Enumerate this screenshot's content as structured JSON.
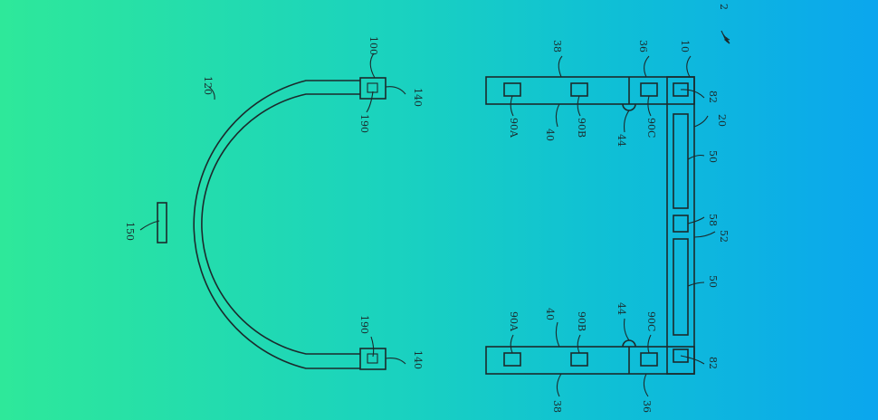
{
  "figure_ref": "2",
  "labels": {
    "frame": "10",
    "front": "20",
    "hinge_top": "36",
    "hinge_bottom": "36",
    "temple_top": "38",
    "temple_bottom": "38",
    "arm_top": "40",
    "arm_bottom": "40",
    "pivot_top": "44",
    "pivot_bottom": "44",
    "lens_left": "50",
    "lens_right": "50",
    "bridge": "52",
    "bridge_module": "58",
    "corner_top": "82",
    "corner_bottom": "82",
    "sensor_a_top": "90A",
    "sensor_b_top": "90B",
    "sensor_c_top": "90C",
    "sensor_a_bottom": "90A",
    "sensor_b_bottom": "90B",
    "sensor_c_bottom": "90C",
    "band_end_top": "100",
    "band": "120",
    "connector_top": "140",
    "connector_bottom": "140",
    "band_module": "150",
    "contact_top": "190",
    "contact_bottom": "190"
  }
}
